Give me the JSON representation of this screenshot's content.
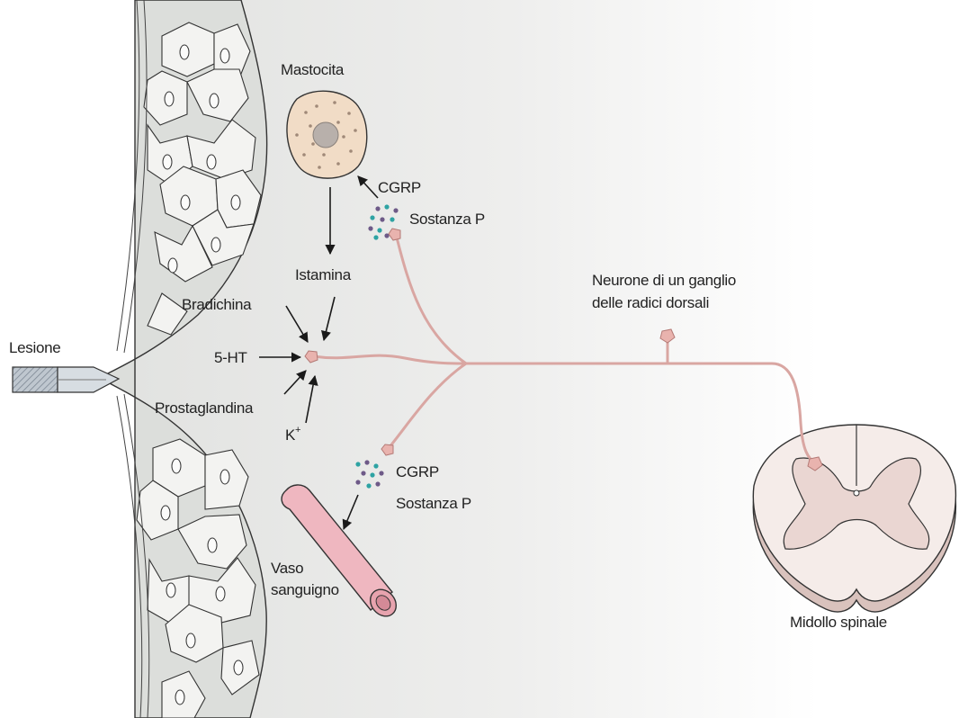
{
  "labels": {
    "mastocita": "Mastocita",
    "cgrp_top": "CGRP",
    "sostanza_p_top": "Sostanza P",
    "istamina": "Istamina",
    "bradichina": "Bradichina",
    "lesione": "Lesione",
    "five_ht": "5-HT",
    "prostaglandina": "Prostaglandina",
    "k_base": "K",
    "k_sup": "+",
    "neurone_line1": "Neurone di un ganglio",
    "neurone_line2": "delle radici dorsali",
    "cgrp_bottom": "CGRP",
    "sostanza_p_bottom": "Sostanza P",
    "vaso_line1": "Vaso",
    "vaso_line2": "sanguigno",
    "midollo": "Midollo spinale"
  },
  "colors": {
    "nerve": "#d9a6a2",
    "nerve_terminal": "#e9b3ae",
    "skin_background": "#e6e6e4",
    "mast_cell": "#f1dcc6",
    "blood_vessel": "#efb7c0",
    "spinal_white": "#f5ece9",
    "spinal_grey": "#ead6d2",
    "dot_purple": "#6e5a88",
    "dot_teal": "#2ea3a3"
  }
}
